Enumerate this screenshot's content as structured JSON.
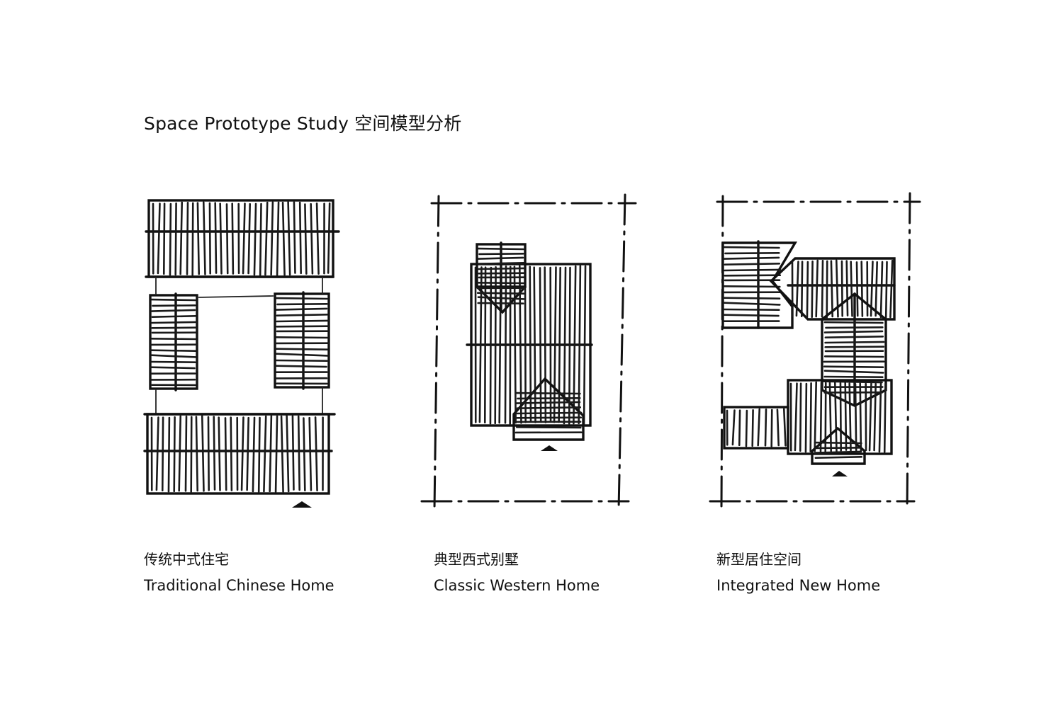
{
  "title": "Space Prototype Study 空间模型分析",
  "panels": [
    {
      "caption_zh": "传统中式住宅",
      "caption_en": "Traditional Chinese Home"
    },
    {
      "caption_zh": "典型西式别墅",
      "caption_en": "Classic Western Home"
    },
    {
      "caption_zh": "新型居住空间",
      "caption_en": "Integrated New Home"
    }
  ],
  "ink_color": "#111111"
}
